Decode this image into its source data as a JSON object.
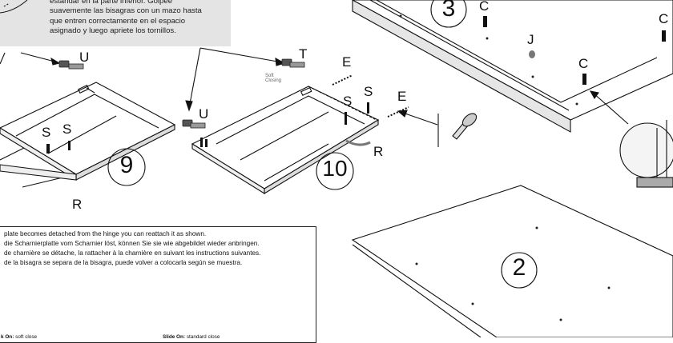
{
  "note": {
    "lines": [
      "estándar en la parte inferior. Golpee",
      "suavemente las bisagras con un mazo hasta",
      "que entren correctamente en el espacio",
      "asignado y luego apriete los tornillos."
    ]
  },
  "steps": {
    "nine": "9",
    "ten": "10",
    "three": "3",
    "two": "2"
  },
  "labels": {
    "u": "U",
    "t": "T",
    "e": "E",
    "s": "S",
    "r": "R",
    "c": "C",
    "j": "J"
  },
  "soft_closing": "Soft Closing",
  "warning": {
    "lines": [
      "plate becomes detached from the hinge you can reattach it as shown.",
      "die Scharnierplatte vom Scharnier löst, können Sie sie wie abgebildet wieder anbringen.",
      "de charnière se détache, la rattacher à la charnière en suivant les instructions suivantes.",
      "de la bisagra se separa de la bisagra, puede volver a colocarla según se muestra."
    ],
    "clip_on_prefix": "k On:",
    "clip_on_text": " soft close",
    "slide_on_prefix": "Slide On:",
    "slide_on_text": " standard close"
  }
}
